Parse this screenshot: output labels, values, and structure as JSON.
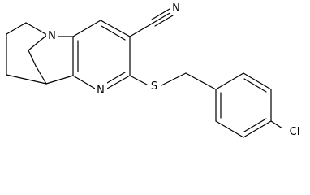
{
  "molecule": {
    "atom_labels": {
      "bridgehead_n": "N",
      "nitrile_n": "N",
      "pyridine_n": "N",
      "sulfur": "S",
      "chlorine": "Cl"
    }
  },
  "colors": {
    "bond": "#000000",
    "text": "#000000",
    "background": "#ffffff"
  }
}
